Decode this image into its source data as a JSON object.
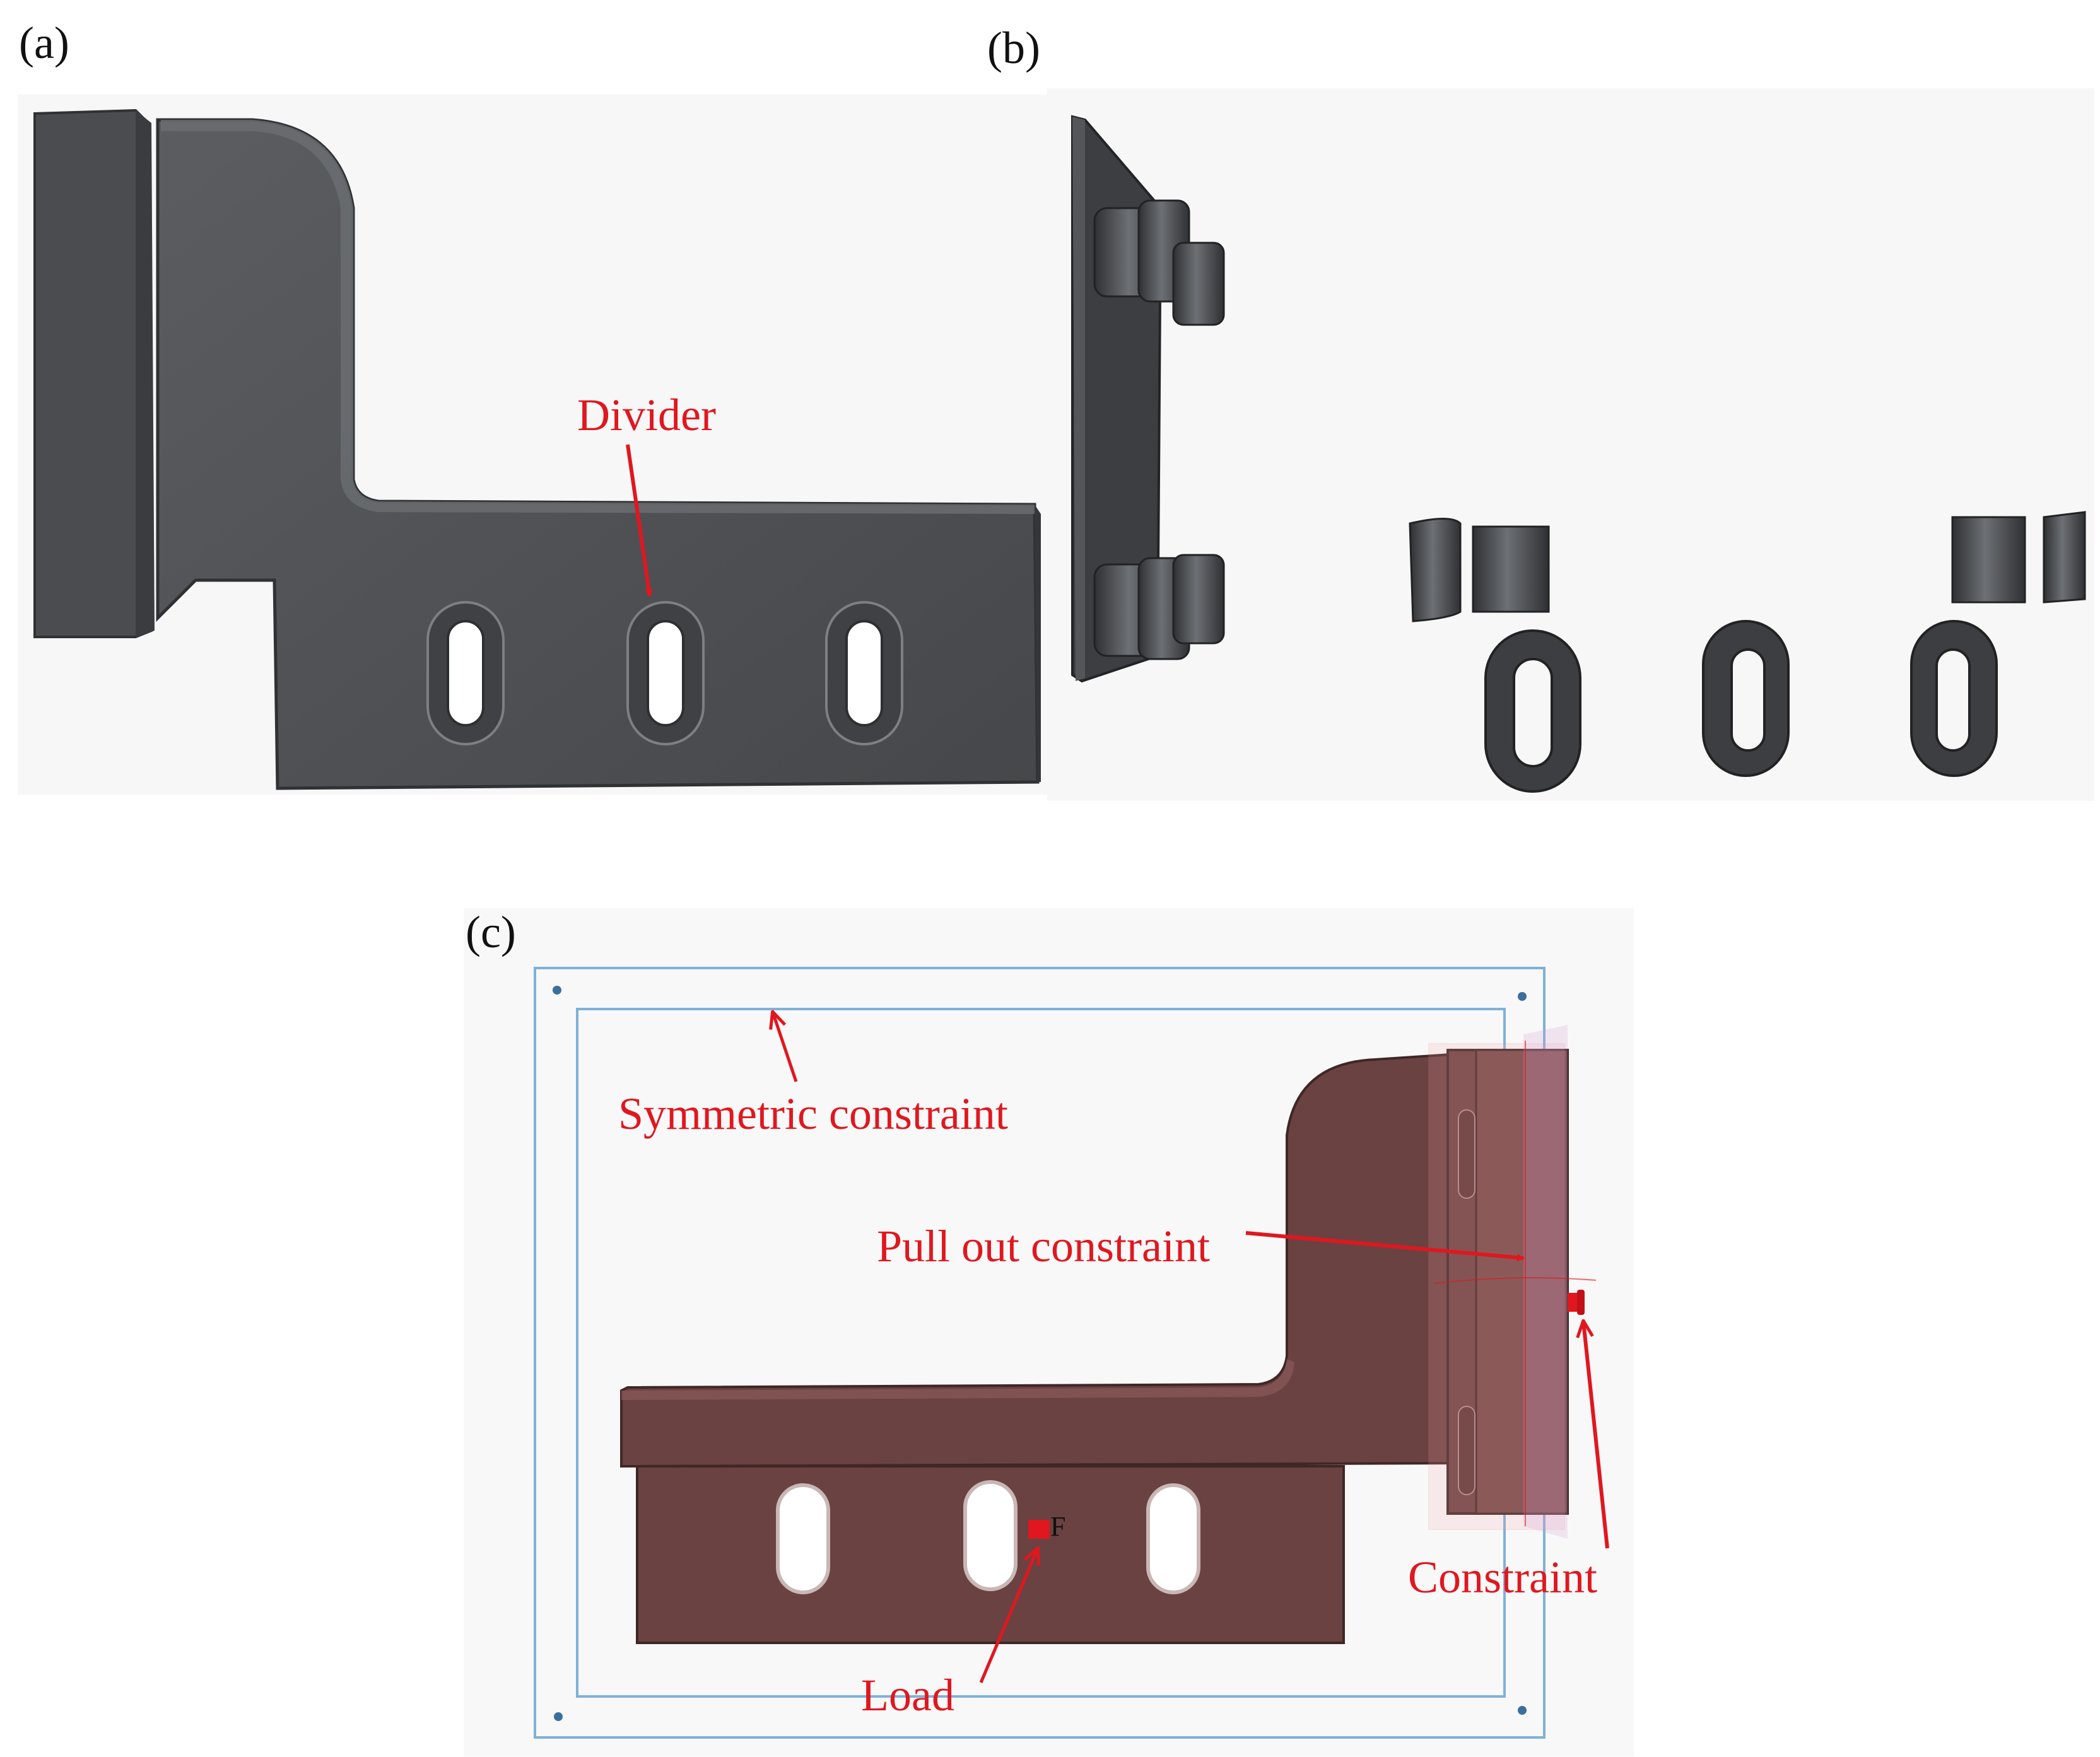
{
  "panels": {
    "a": {
      "label": "(a)",
      "annotation": "Divider"
    },
    "b": {
      "label": "(b)"
    },
    "c": {
      "label": "(c)",
      "annotations": {
        "symmetric": "Symmetric constraint",
        "pull_out": "Pull out constraint",
        "constraint": "Constraint",
        "load": "Load",
        "force_marker": "F"
      }
    }
  },
  "colors": {
    "part_gray": "#4d4f52",
    "part_gray_dark": "#36383b",
    "part_gray_light": "#6a6c70",
    "fem_brown": "#6a4241",
    "fem_brown_dark": "#4f302f",
    "annotation_red": "#e0171f",
    "frame_blue": "#7fb1d8"
  }
}
